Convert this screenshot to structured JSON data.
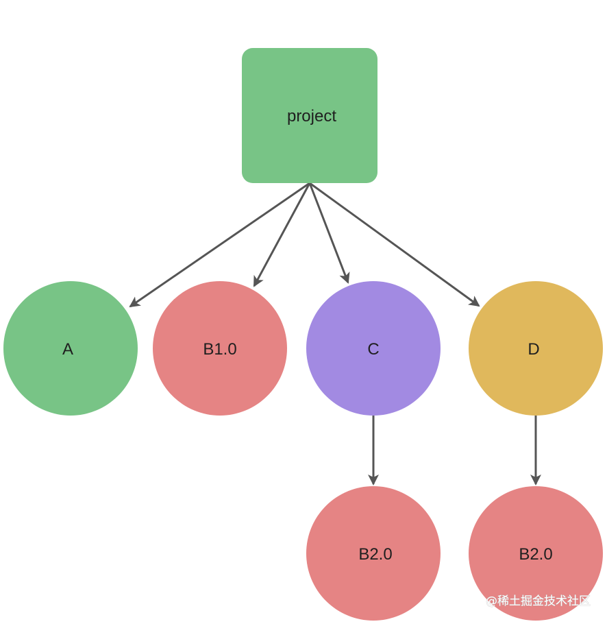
{
  "diagram": {
    "colors": {
      "edge": "#555555",
      "label": "#1f1f1f",
      "background": "#ffffff"
    },
    "nodes": [
      {
        "id": "project",
        "label": "project",
        "shape": "rounded-square",
        "color": "#78C486"
      },
      {
        "id": "a",
        "label": "A",
        "shape": "circle",
        "color": "#78C486"
      },
      {
        "id": "b10",
        "label": "B1.0",
        "shape": "circle",
        "color": "#E58484"
      },
      {
        "id": "c",
        "label": "C",
        "shape": "circle",
        "color": "#A28AE2"
      },
      {
        "id": "d",
        "label": "D",
        "shape": "circle",
        "color": "#E0B85C"
      },
      {
        "id": "b20-c",
        "label": "B2.0",
        "shape": "circle",
        "color": "#E58484"
      },
      {
        "id": "b20-d",
        "label": "B2.0",
        "shape": "circle",
        "color": "#E58484"
      }
    ],
    "edges": [
      {
        "from": "project",
        "to": "a"
      },
      {
        "from": "project",
        "to": "b10"
      },
      {
        "from": "project",
        "to": "c"
      },
      {
        "from": "project",
        "to": "d"
      },
      {
        "from": "c",
        "to": "b20-c"
      },
      {
        "from": "d",
        "to": "b20-d"
      }
    ]
  },
  "watermark": {
    "text": "@稀土掘金技术社区"
  }
}
